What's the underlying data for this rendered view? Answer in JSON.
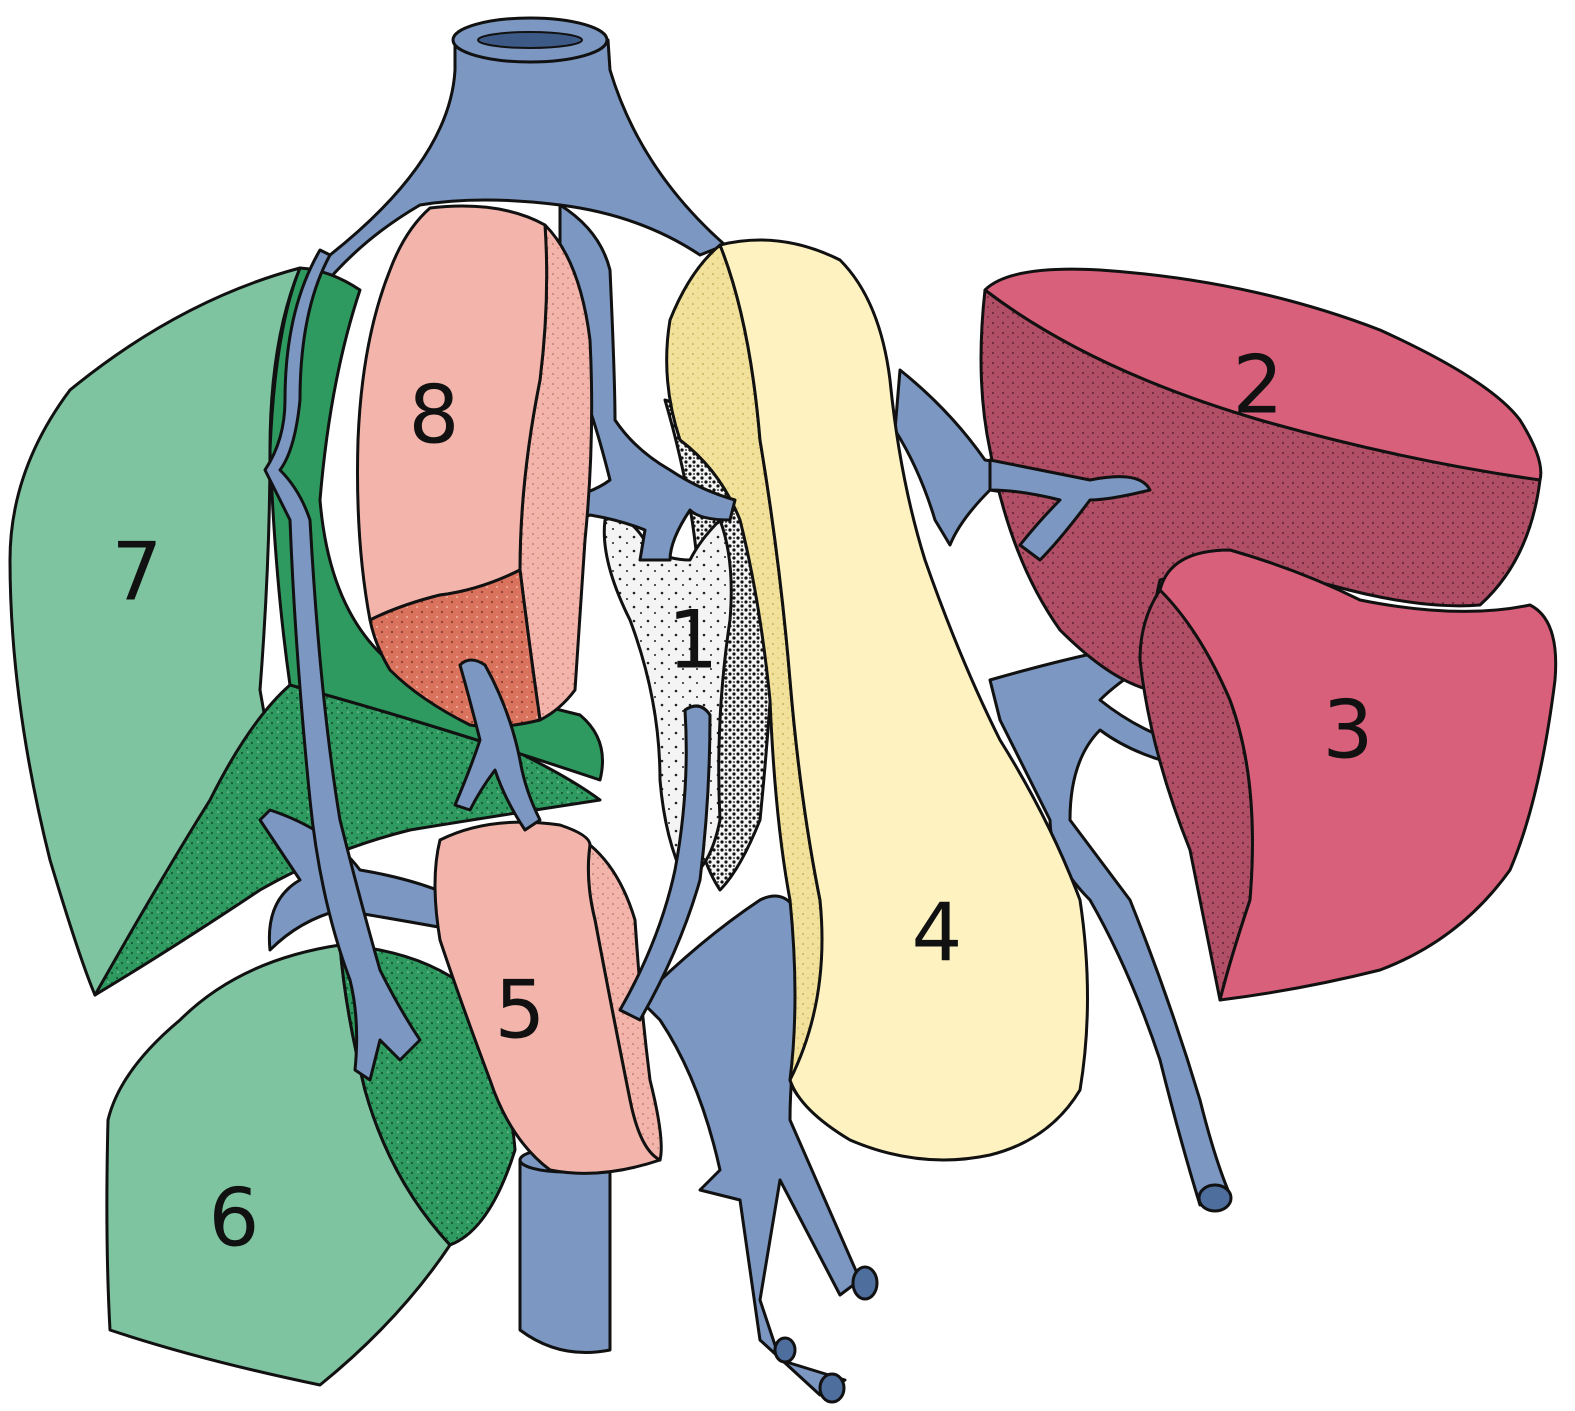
{
  "segments": [
    {
      "id": "1",
      "label": "1"
    },
    {
      "id": "2",
      "label": "2"
    },
    {
      "id": "3",
      "label": "3"
    },
    {
      "id": "4",
      "label": "4"
    },
    {
      "id": "5",
      "label": "5"
    },
    {
      "id": "6",
      "label": "6"
    },
    {
      "id": "7",
      "label": "7"
    },
    {
      "id": "8",
      "label": "8"
    }
  ],
  "colors": {
    "vessel": "#7b97c2",
    "vessel_dark": "#4e6e9e",
    "green_light": "#7ec4a0",
    "green_dark": "#2f9a5f",
    "pink_light": "#f3b5ab",
    "pink_dark": "#d9735e",
    "red_light": "#d9607a",
    "red_dark": "#b04f66",
    "yellow": "#fdf2c0",
    "yellow_dark": "#f2e19a",
    "caudate": "#f4f4f4",
    "caudate_dark": "#222222"
  }
}
